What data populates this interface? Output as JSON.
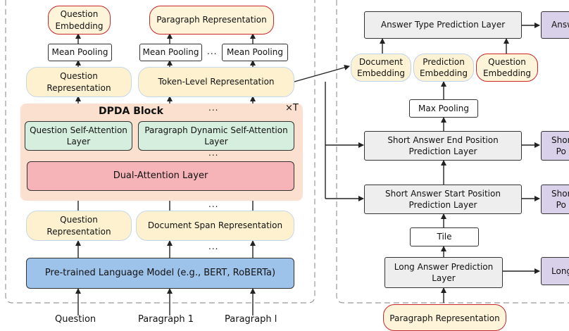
{
  "left_panel": {
    "question_embedding": "Question\nEmbedding",
    "paragraph_representation_top": "Paragraph Representation",
    "mean_pooling_q": "Mean Pooling",
    "mean_pooling_p1": "Mean Pooling",
    "mean_pooling_p2": "Mean Pooling",
    "question_representation_top": "Question\nRepresentation",
    "token_level_representation": "Token-Level Representation",
    "dpda_block": "DPDA Block",
    "repeat": "×T",
    "question_self_attention": "Question Self-Attention\nLayer",
    "paragraph_dynamic_self_attention": "Paragraph  Dynamic  Self-Attention\nLayer",
    "dual_attention": "Dual-Attention Layer",
    "question_representation_bottom": "Question\nRepresentation",
    "document_span_representation": "Document Span Representation",
    "plm": "Pre-trained Language Model (e.g., BERT, RoBERTa)",
    "input_question": "Question",
    "input_paragraph_1": "Paragraph 1",
    "input_paragraph_l": "Paragraph l",
    "ellipsis": "..."
  },
  "right_panel": {
    "answer_type_prediction": "Answer Type Prediction Layer",
    "document_embedding": "Document\nEmbedding",
    "prediction_embedding": "Prediction\nEmbedding",
    "question_embedding": "Question\nEmbedding",
    "max_pooling": "Max Pooling",
    "short_end": "Short Answer End Position\nPrediction Layer",
    "short_start": "Short Answer Start Position\nPrediction Layer",
    "tile": "Tile",
    "long_answer": "Long Answer Prediction\nLayer",
    "paragraph_representation_bottom": "Paragraph Representation",
    "out_answer_type": "Answ",
    "out_short_end": "Shor\nPo",
    "out_short_start": "Shor\nPo",
    "out_long": "Long"
  }
}
